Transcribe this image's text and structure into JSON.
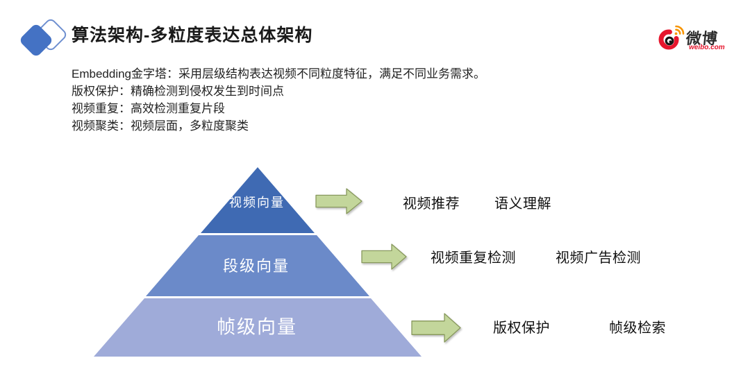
{
  "theme": {
    "accent": "#4472C4",
    "pyramid-top": "#3F6AB3",
    "pyramid-mid": "#6B8AC9",
    "pyramid-bottom": "#9FABD9",
    "arrow-fill": "#C3D69B",
    "arrow-stroke": "#87985C",
    "logo-red": "#E6162D",
    "logo-orange": "#F79400",
    "logo-dark": "#2E2E2E",
    "text": "#1A1A1A"
  },
  "header": {
    "title": "算法架构-多粒度表达总体架构",
    "logo": {
      "name": "微博",
      "domain": "weibo.com"
    }
  },
  "description": {
    "lines": [
      "Embedding金字塔：采用层级结构表达视频不同粒度特征，满足不同业务需求。",
      "版权保护：精确检测到侵权发生到时间点",
      "视频重复：高效检测重复片段",
      "视频聚类：视频层面，多粒度聚类"
    ]
  },
  "pyramid": {
    "levels": [
      {
        "label": "视频向量",
        "applications": [
          "视频推荐",
          "语义理解"
        ]
      },
      {
        "label": "段级向量",
        "applications": [
          "视频重复检测",
          "视频广告检测"
        ]
      },
      {
        "label": "帧级向量",
        "applications": [
          "版权保护",
          "帧级检索"
        ]
      }
    ]
  }
}
